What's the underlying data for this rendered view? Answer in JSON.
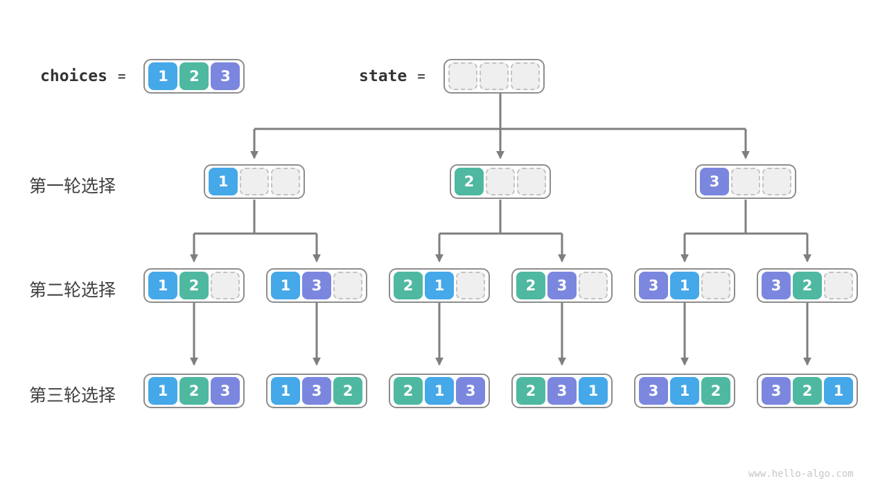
{
  "header": {
    "choices_label": "choices",
    "equals": "=",
    "choices_values": [
      1,
      2,
      3
    ],
    "state_label": "state",
    "state_values": [
      null,
      null,
      null
    ]
  },
  "rows": [
    {
      "label": "第一轮选择",
      "states": [
        [
          1,
          null,
          null
        ],
        [
          2,
          null,
          null
        ],
        [
          3,
          null,
          null
        ]
      ]
    },
    {
      "label": "第二轮选择",
      "states": [
        [
          1,
          2,
          null
        ],
        [
          1,
          3,
          null
        ],
        [
          2,
          1,
          null
        ],
        [
          2,
          3,
          null
        ],
        [
          3,
          1,
          null
        ],
        [
          3,
          2,
          null
        ]
      ]
    },
    {
      "label": "第三轮选择",
      "states": [
        [
          1,
          2,
          3
        ],
        [
          1,
          3,
          2
        ],
        [
          2,
          1,
          3
        ],
        [
          2,
          3,
          1
        ],
        [
          3,
          1,
          2
        ],
        [
          3,
          2,
          1
        ]
      ]
    }
  ],
  "colors": {
    "choice_1": "#45a8e8",
    "choice_2": "#4fb8a1",
    "choice_3": "#7b87de",
    "box_border": "#8c8c8c",
    "empty_fill": "#efefef",
    "empty_border": "#c2c2c2",
    "arrow": "#7e7e7e",
    "label_text": "#3f3f3f",
    "code_text": "#333333",
    "watermark_text": "#c6c6c6"
  },
  "watermark": "www.hello-algo.com"
}
